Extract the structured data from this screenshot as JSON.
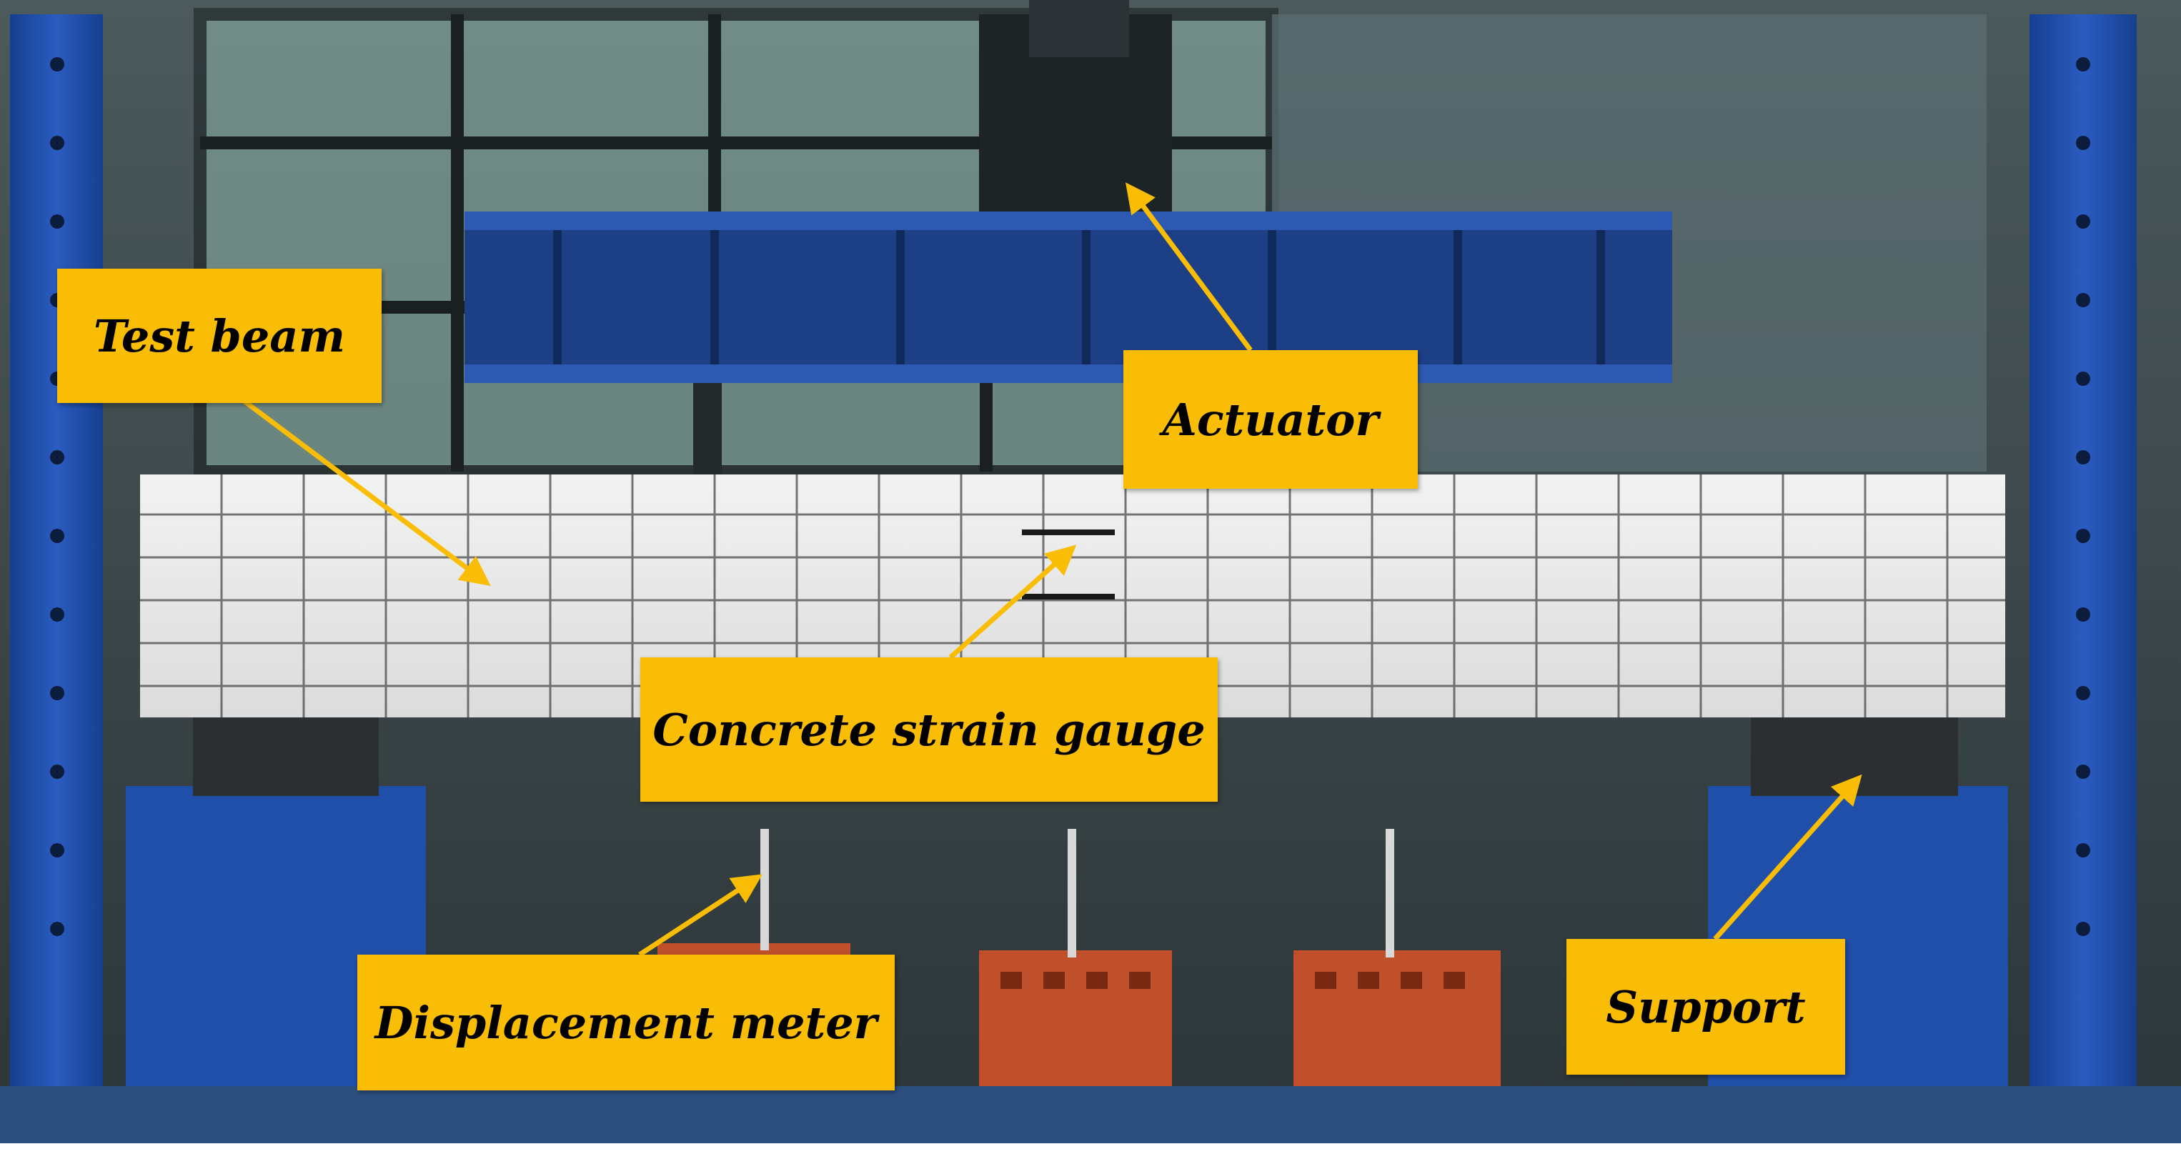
{
  "labels": {
    "test_beam": "Test beam",
    "actuator": "Actuator",
    "concrete_strain_gauge": "Concrete strain gauge",
    "displacement_meter": "Displacement meter",
    "support": "Support"
  },
  "colors": {
    "callout_fill": "#f9bd05",
    "arrow": "#f9bd05",
    "frame_blue": "#1f4fa8",
    "beam_white": "#eeeeee",
    "brick": "#c0502c",
    "background_wall": "#2a3a40"
  }
}
